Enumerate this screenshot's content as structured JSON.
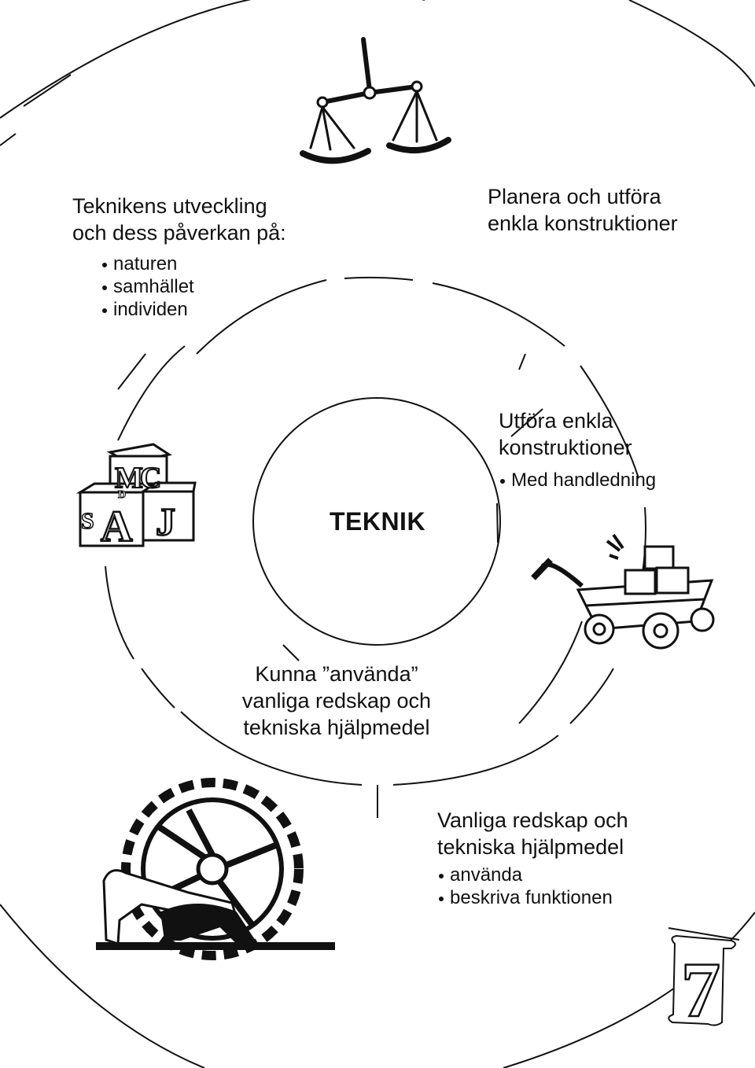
{
  "center": {
    "label": "TEKNIK"
  },
  "segments": {
    "top_left": {
      "lines": [
        "Teknikens utveckling",
        "och dess påverkan på:"
      ],
      "bullets": [
        "naturen",
        "samhället",
        "individen"
      ]
    },
    "top_right": {
      "lines": [
        "Planera och utföra",
        "enkla konstruktioner"
      ]
    },
    "middle_right": {
      "lines": [
        "Utföra enkla",
        "konstruktioner"
      ],
      "bullets": [
        "Med handledning"
      ]
    },
    "middle_bottom": {
      "lines": [
        "Kunna ”använda”",
        "vanliga redskap och",
        "tekniska hjälpmedel"
      ]
    },
    "bottom_right": {
      "lines": [
        "Vanliga redskap och",
        "tekniska hjälpmedel"
      ],
      "bullets": [
        "använda",
        "beskriva funktionen"
      ]
    }
  },
  "blocks": {
    "top": [
      "M",
      "C"
    ],
    "bottom": [
      "A",
      "J"
    ],
    "side_letters": [
      "S",
      "D"
    ]
  },
  "page_number": "7",
  "colors": {
    "ink": "#111111",
    "background": "#ffffff"
  },
  "icons": [
    "balance-scale-icon",
    "letter-blocks-icon",
    "wagon-with-blocks-icon",
    "man-pushing-gear-icon",
    "scroll-page-number-icon"
  ]
}
